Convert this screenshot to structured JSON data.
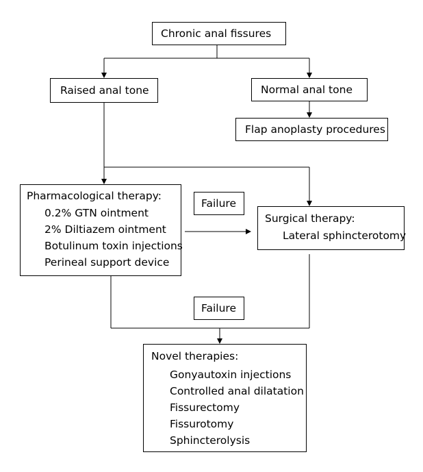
{
  "nodes": {
    "root": {
      "label": "Chronic anal fissures"
    },
    "raised": {
      "label": "Raised anal tone"
    },
    "normal": {
      "label": "Normal anal tone"
    },
    "flap": {
      "label": "Flap anoplasty procedures"
    },
    "pharma": {
      "title": "Pharmacological therapy:",
      "items": [
        "0.2% GTN ointment",
        "2% Diltiazem ointment",
        "Botulinum toxin injections",
        "Perineal support device"
      ]
    },
    "failure1": {
      "label": "Failure"
    },
    "surgical": {
      "title": "Surgical therapy:",
      "items": [
        "Lateral sphincterotomy"
      ]
    },
    "failure2": {
      "label": "Failure"
    },
    "novel": {
      "title": "Novel therapies:",
      "items": [
        "Gonyautoxin injections",
        "Controlled anal dilatation",
        "Fissurectomy",
        "Fissurotomy",
        "Sphincterolysis"
      ]
    }
  }
}
